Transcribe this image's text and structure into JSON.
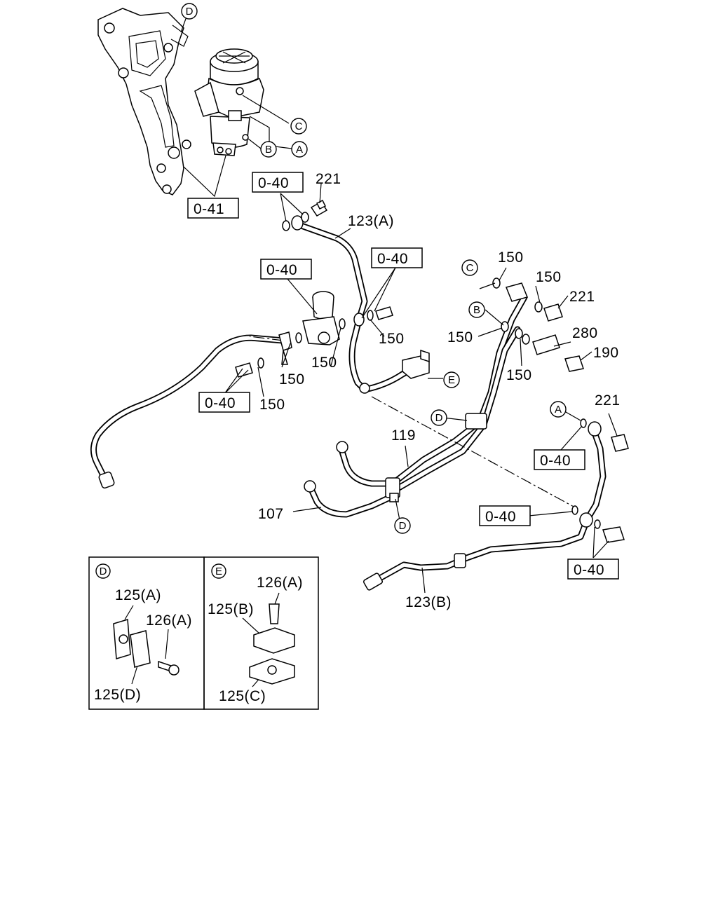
{
  "labels": {
    "ref_0_41": "0-41",
    "ref_0_40": "0-40",
    "p221": "221",
    "p150": "150",
    "p123a": "123(A)",
    "p123b": "123(B)",
    "p119": "119",
    "p107": "107",
    "p280": "280",
    "p190": "190",
    "p125a": "125(A)",
    "p125b": "125(B)",
    "p125c": "125(C)",
    "p125d": "125(D)",
    "p126a": "126(A)"
  },
  "callouts": {
    "A": "A",
    "B": "B",
    "C": "C",
    "D": "D",
    "E": "E"
  },
  "insets": {
    "left_tag": "D",
    "right_tag": "E"
  }
}
